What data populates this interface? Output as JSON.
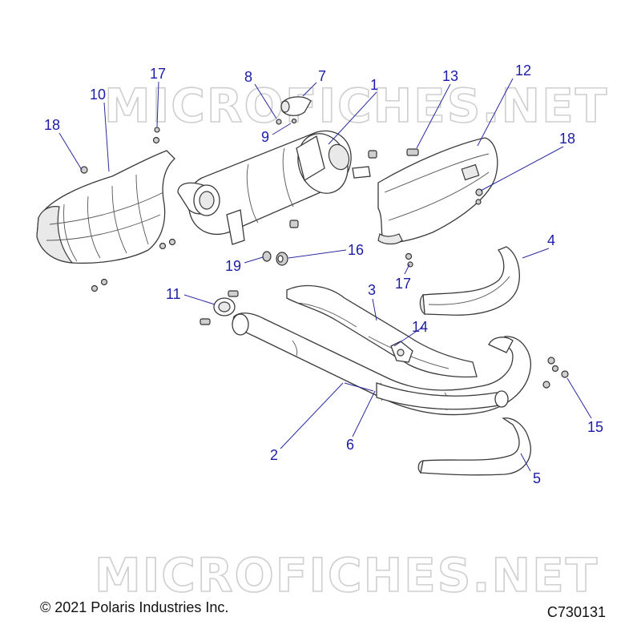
{
  "watermark": "MICROFICHES.NET",
  "copyright": "© 2021 Polaris Industries Inc.",
  "diagram_code": "C730131",
  "callouts": {
    "c1": "1",
    "c2": "2",
    "c3": "3",
    "c4": "4",
    "c5": "5",
    "c6": "6",
    "c7": "7",
    "c8": "8",
    "c9": "9",
    "c10": "10",
    "c11": "11",
    "c12": "12",
    "c13": "13",
    "c14": "14",
    "c15": "15",
    "c16": "16",
    "c17a": "17",
    "c17b": "17",
    "c18a": "18",
    "c18b": "18",
    "c19": "19"
  }
}
